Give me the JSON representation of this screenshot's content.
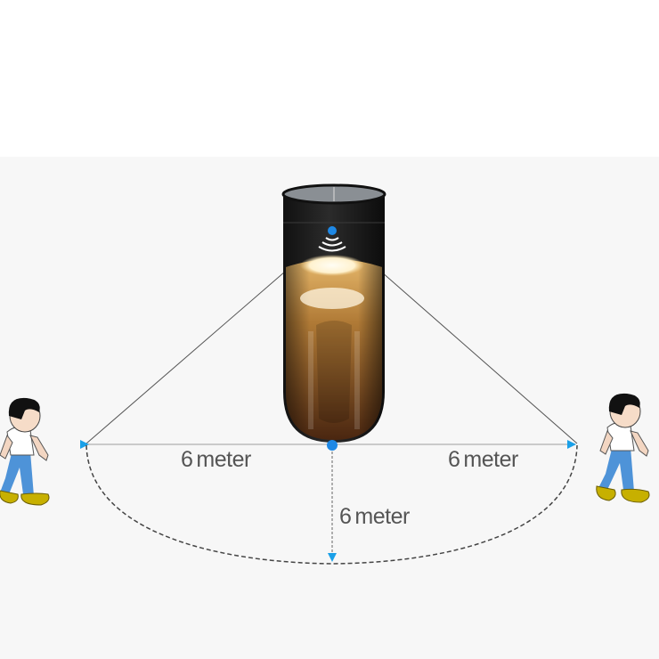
{
  "labels": {
    "left_distance": {
      "value": "6",
      "unit": "meter"
    },
    "right_distance": {
      "value": "6",
      "unit": "meter"
    },
    "forward_distance": {
      "value": "6",
      "unit": "meter"
    }
  },
  "colors": {
    "accent_blue": "#1e88e5",
    "arrow_blue": "#1aa0e8",
    "background": "#f7f7f7",
    "lamp_amber": "#a8712c"
  }
}
